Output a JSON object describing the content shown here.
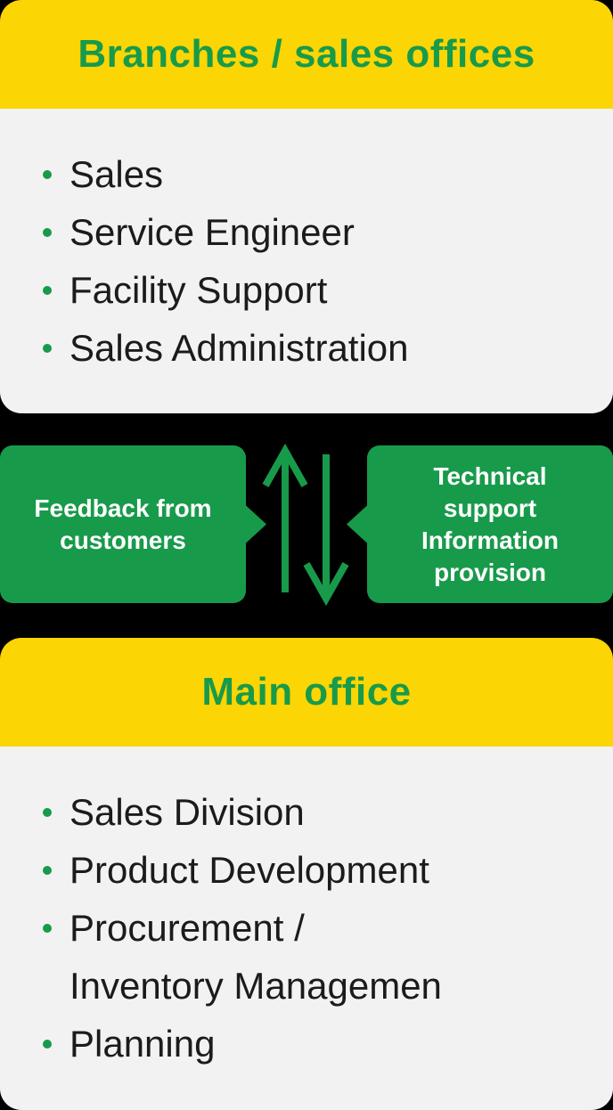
{
  "colors": {
    "yellow": "#FBD504",
    "green": "#189A4B",
    "gray": "#F2F2F2",
    "dark": "#1B1B1B",
    "white": "#FFFFFF",
    "background": "#000000"
  },
  "icons": {
    "bullet": "•",
    "up_arrow": "↑",
    "down_arrow": "↓",
    "pointer_right": "▶",
    "pointer_left": "◀"
  },
  "branches_card": {
    "title": "Branches / sales offices",
    "rows": [
      {
        "text": "Sales"
      },
      {
        "text": "Service Engineer"
      },
      {
        "text": "Facility Support"
      },
      {
        "text": "Sales Administration"
      }
    ]
  },
  "flow": {
    "left_box": {
      "lines": [
        "Feedback from",
        "customers"
      ]
    },
    "right_box": {
      "lines": [
        "Technical",
        "support",
        "Information",
        "provision"
      ]
    }
  },
  "main_card": {
    "title": "Main office",
    "rows": [
      {
        "text": "Sales Division"
      },
      {
        "text": "Product Development"
      },
      {
        "text": "Procurement /"
      },
      {
        "text": "Inventory Managemen",
        "continuation": true
      },
      {
        "text": "Planning"
      }
    ]
  }
}
